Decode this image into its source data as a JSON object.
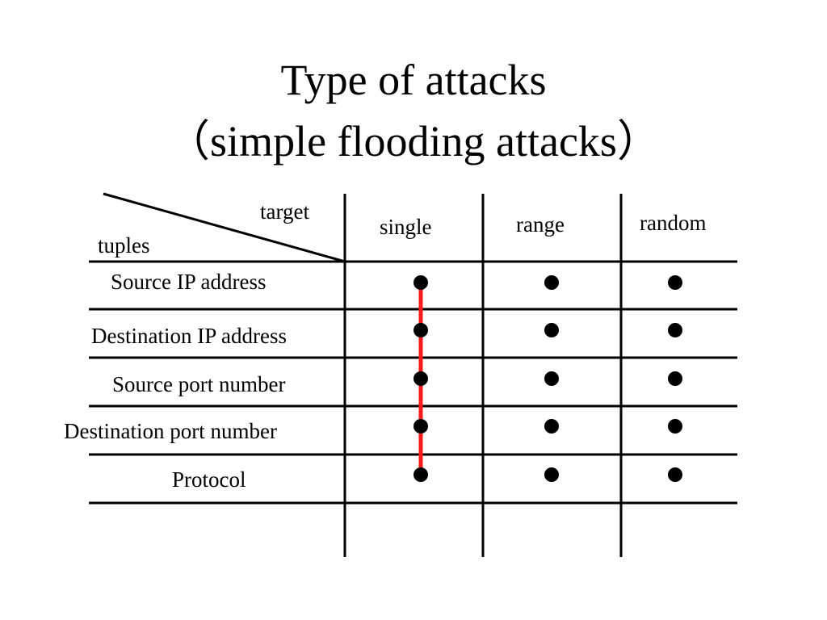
{
  "slide": {
    "title_line1": "Type of attacks",
    "title_line2": "（simple flooding attacks）"
  },
  "table": {
    "corner_top_label": "target",
    "corner_bottom_label": "tuples",
    "columns": [
      "single",
      "range",
      "random"
    ],
    "rows": [
      {
        "label": "Source IP address",
        "marks": [
          true,
          true,
          true
        ]
      },
      {
        "label": "Destination IP address",
        "marks": [
          true,
          true,
          true
        ]
      },
      {
        "label": "Source port number",
        "marks": [
          true,
          true,
          true
        ]
      },
      {
        "label": "Destination port number",
        "marks": [
          true,
          true,
          true
        ]
      },
      {
        "label": "Protocol",
        "marks": [
          true,
          true,
          true
        ]
      }
    ],
    "highlighted_column": "single",
    "highlight_color": "#ff1a1a",
    "mark_symbol": "●"
  }
}
